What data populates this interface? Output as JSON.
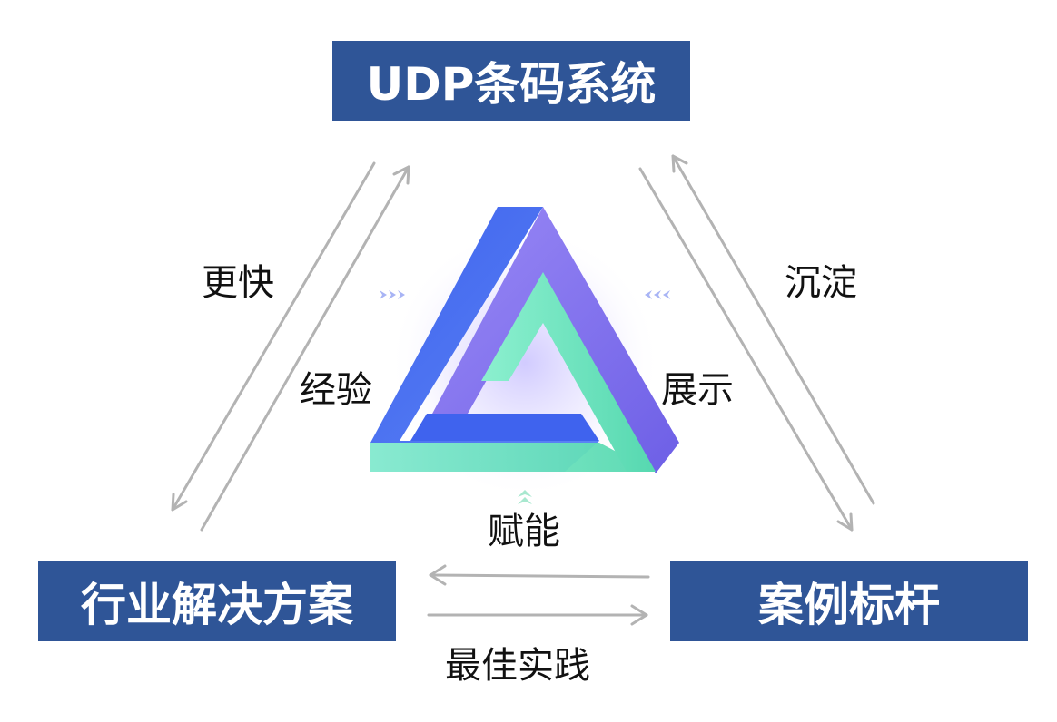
{
  "nodes": {
    "top": "UDP条码系统",
    "left": "行业解决方案",
    "right": "案例标杆"
  },
  "labels": {
    "left_outer": "更快",
    "left_inner": "经验",
    "right_outer": "沉淀",
    "right_inner": "展示",
    "bottom_inner": "赋能",
    "bottom_outer": "最佳实践"
  },
  "colors": {
    "box_fill": "#2f5597",
    "box_text": "#ffffff",
    "arrow": "#b3b3b3",
    "triangle_blue": "#4a73f0",
    "triangle_purple": "#8a7cf2",
    "triangle_green": "#6fe3bd",
    "chevron": "#a8b4f5"
  },
  "icons": {
    "center": "impossible-triangle-icon",
    "chevrons": "chevron-right-icon"
  }
}
